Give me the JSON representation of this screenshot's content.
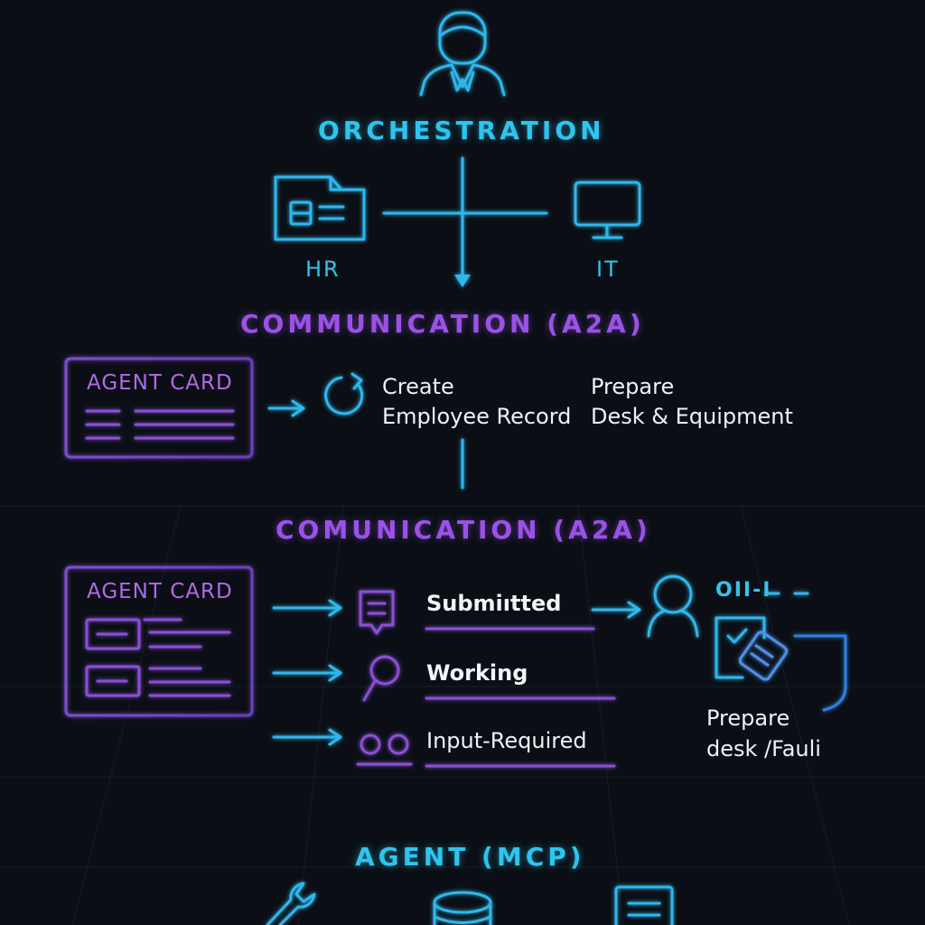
{
  "orchestration": {
    "title": "ORCHESTRATION",
    "hr_label": "HR",
    "it_label": "IT"
  },
  "communication_1": {
    "title": "COMMUNICATION (A2A)",
    "card_title": "AGENT CARD",
    "task_1_line1": "Create",
    "task_1_line2": "Employee Record",
    "task_2_line1": "Prepare",
    "task_2_line2": "Desk & Equipment"
  },
  "communication_2": {
    "title": "COMUNICATION (A2A)",
    "card_title": "AGENT CARD",
    "states": [
      "Submiıtted",
      "Working",
      "Input-Required"
    ],
    "result_line1": "Prepare",
    "result_line2": "desk /Fauli",
    "code_label": "OII-I"
  },
  "agent": {
    "title": "AGENT (MCP)"
  },
  "colors": {
    "background": "#0b0f15",
    "cyan": "#2ec4ee",
    "purple": "#9a52e6",
    "text": "#eef1f6"
  },
  "icons": [
    "person-icon",
    "hr-folder-icon",
    "monitor-icon",
    "refresh-icon",
    "document-icon",
    "search-icon",
    "pair-circles-icon",
    "user-outline-icon",
    "clipboard-check-icon",
    "wrench-icon",
    "database-icon",
    "list-document-icon"
  ]
}
